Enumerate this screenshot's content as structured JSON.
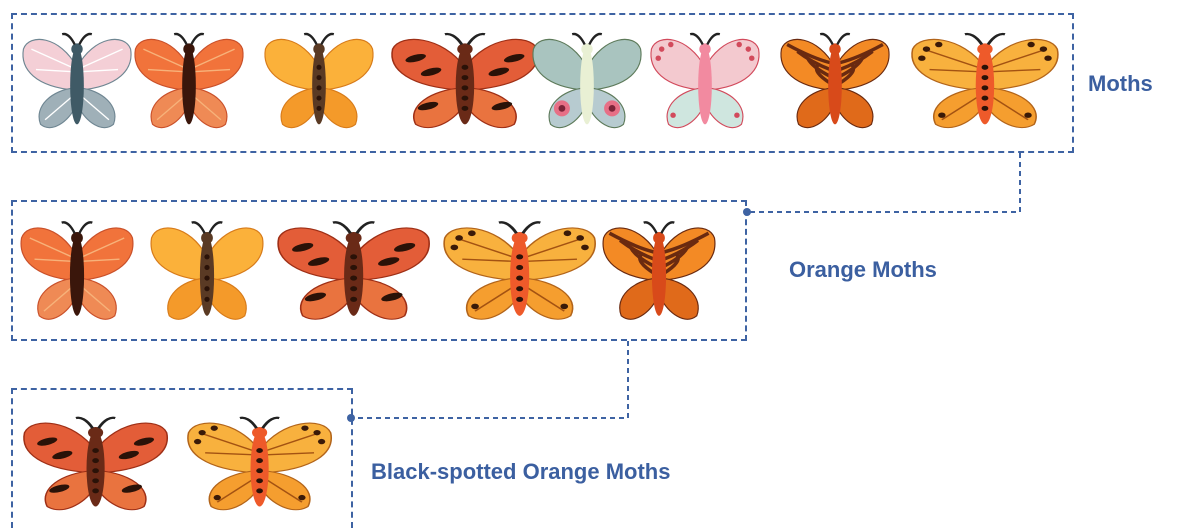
{
  "groups": [
    {
      "label": "Moths"
    },
    {
      "label": "Orange Moths"
    },
    {
      "label": "Black-spotted Orange Moths"
    }
  ],
  "colors": {
    "accent": "#3e63a3",
    "label": "#3b5fa0"
  },
  "moth_species": [
    {
      "id": "pink-silver",
      "icon": "pink-silver-moth-icon"
    },
    {
      "id": "coral-dark",
      "icon": "coral-dark-body-moth-icon"
    },
    {
      "id": "yellow-rosy",
      "icon": "yellow-rosy-moth-icon"
    },
    {
      "id": "red-banded",
      "icon": "red-banded-moth-icon"
    },
    {
      "id": "sage-eyespot",
      "icon": "sage-eyespot-moth-icon"
    },
    {
      "id": "pastel-patterned",
      "icon": "pastel-patterned-moth-icon"
    },
    {
      "id": "tiger-orange",
      "icon": "tiger-orange-moth-icon"
    },
    {
      "id": "golden-veined",
      "icon": "golden-veined-moth-icon"
    }
  ]
}
